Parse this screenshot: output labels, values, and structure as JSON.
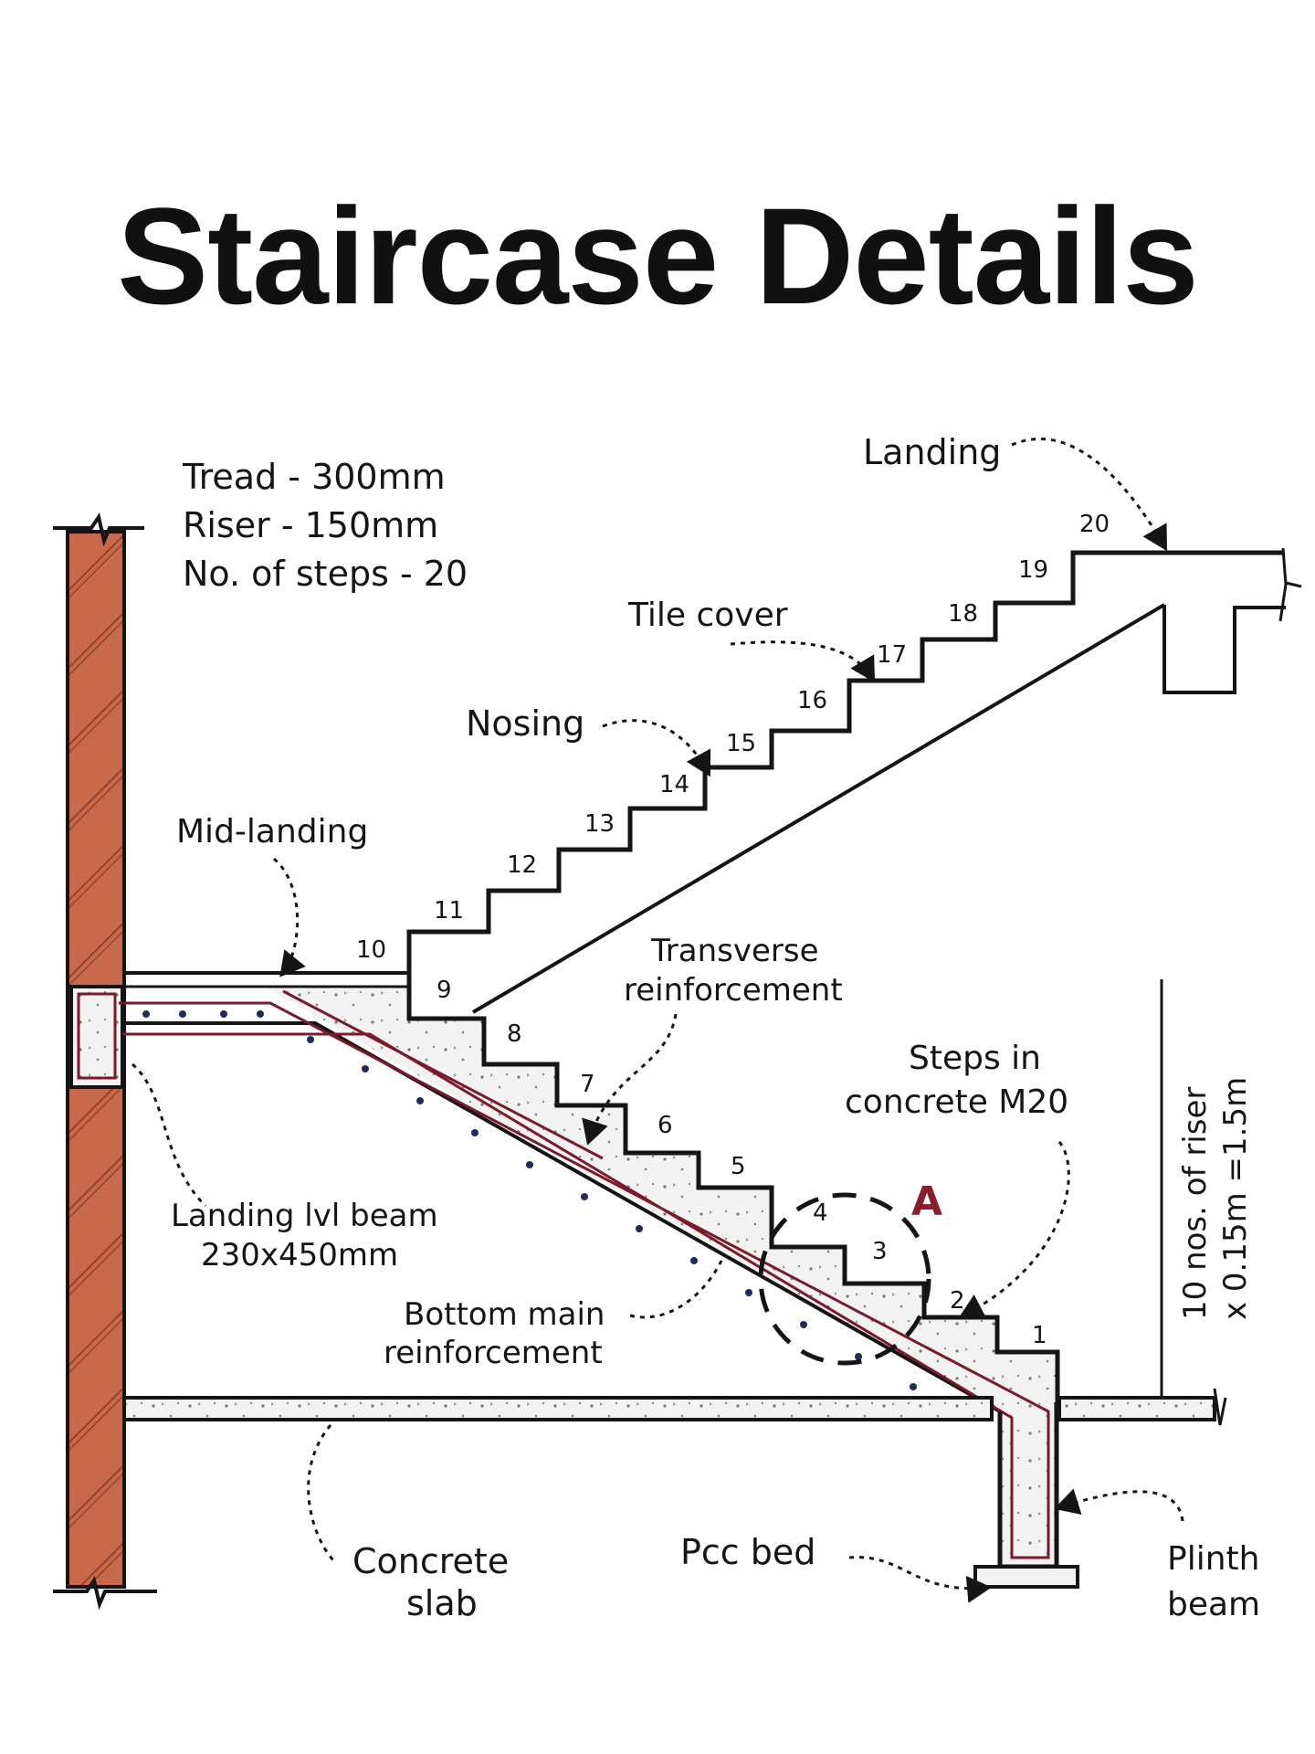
{
  "title": "Staircase Details",
  "specs": {
    "tread": "Tread - 300mm",
    "riser": "Riser - 150mm",
    "steps": "No. of steps - 20"
  },
  "labels": {
    "landing": "Landing",
    "tile_cover": "Tile cover",
    "nosing": "Nosing",
    "mid_landing": "Mid-landing",
    "transverse_1": "Transverse",
    "transverse_2": "reinforcement",
    "steps_concrete_1": "Steps in",
    "steps_concrete_2": "concrete M20",
    "detail_a": "A",
    "beam_1": "Landing lvl beam",
    "beam_2": "230x450mm",
    "bottom_1": "Bottom main",
    "bottom_2": "reinforcement",
    "slab_1": "Concrete",
    "slab_2": "slab",
    "pcc": "Pcc bed",
    "plinth_1": "Plinth",
    "plinth_2": "beam",
    "riser_dim_1": "10 nos. of riser",
    "riser_dim_2": "x 0.15m =1.5m"
  },
  "step_numbers": [
    "1",
    "2",
    "3",
    "4",
    "5",
    "6",
    "7",
    "8",
    "9",
    "10",
    "11",
    "12",
    "13",
    "14",
    "15",
    "16",
    "17",
    "18",
    "19",
    "20"
  ],
  "colors": {
    "brick": "#c9694b",
    "rebar": "#7a1a2a",
    "ink": "#151515",
    "detail_a": "#8a1f2c"
  }
}
